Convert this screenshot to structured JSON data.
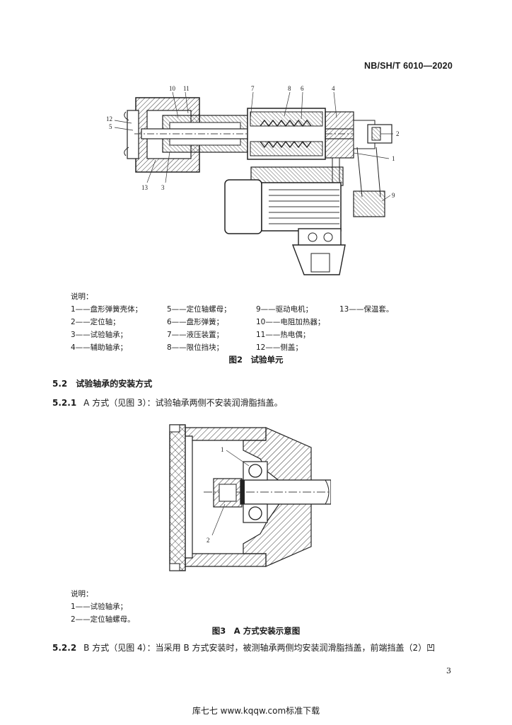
{
  "header": {
    "standard_code": "NB/SH/T 6010—2020"
  },
  "figure2": {
    "callouts": [
      "10",
      "11",
      "7",
      "8",
      "6",
      "4",
      "12",
      "5",
      "2",
      "1",
      "9",
      "13",
      "3"
    ],
    "legend_title": "说明：",
    "legend_rows": [
      [
        "1——盘形弹簧壳体；",
        "5——定位轴螺母；",
        "9——驱动电机；",
        "13——保温套。"
      ],
      [
        "2——定位轴；",
        "6——盘形弹簧；",
        "10——电阻加热器；",
        ""
      ],
      [
        "3——试验轴承；",
        "7——液压装置；",
        "11——热电偶；",
        ""
      ],
      [
        "4——辅助轴承；",
        "8——限位挡块；",
        "12——侧盖；",
        ""
      ]
    ],
    "caption": "图2　试验单元"
  },
  "section_5_2": {
    "heading": "5.2　试验轴承的安装方式"
  },
  "para_5_2_1": {
    "num": "5.2.1",
    "text": "A 方式（见图 3）：试验轴承两侧不安装润滑脂挡盖。"
  },
  "figure3": {
    "callouts": [
      "1",
      "2"
    ],
    "legend_title": "说明：",
    "legend_rows": [
      "1——试验轴承；",
      "2——定位轴螺母。"
    ],
    "caption": "图3　A 方式安装示意图"
  },
  "para_5_2_2": {
    "num": "5.2.2",
    "text": "B 方式（见图 4）：当采用 B 方式安装时，被测轴承两侧均安装润滑脂挡盖，前端挡盖（2）凹"
  },
  "page_number": "3",
  "footer": {
    "text": "库七七 www.kqqw.com标准下载"
  }
}
